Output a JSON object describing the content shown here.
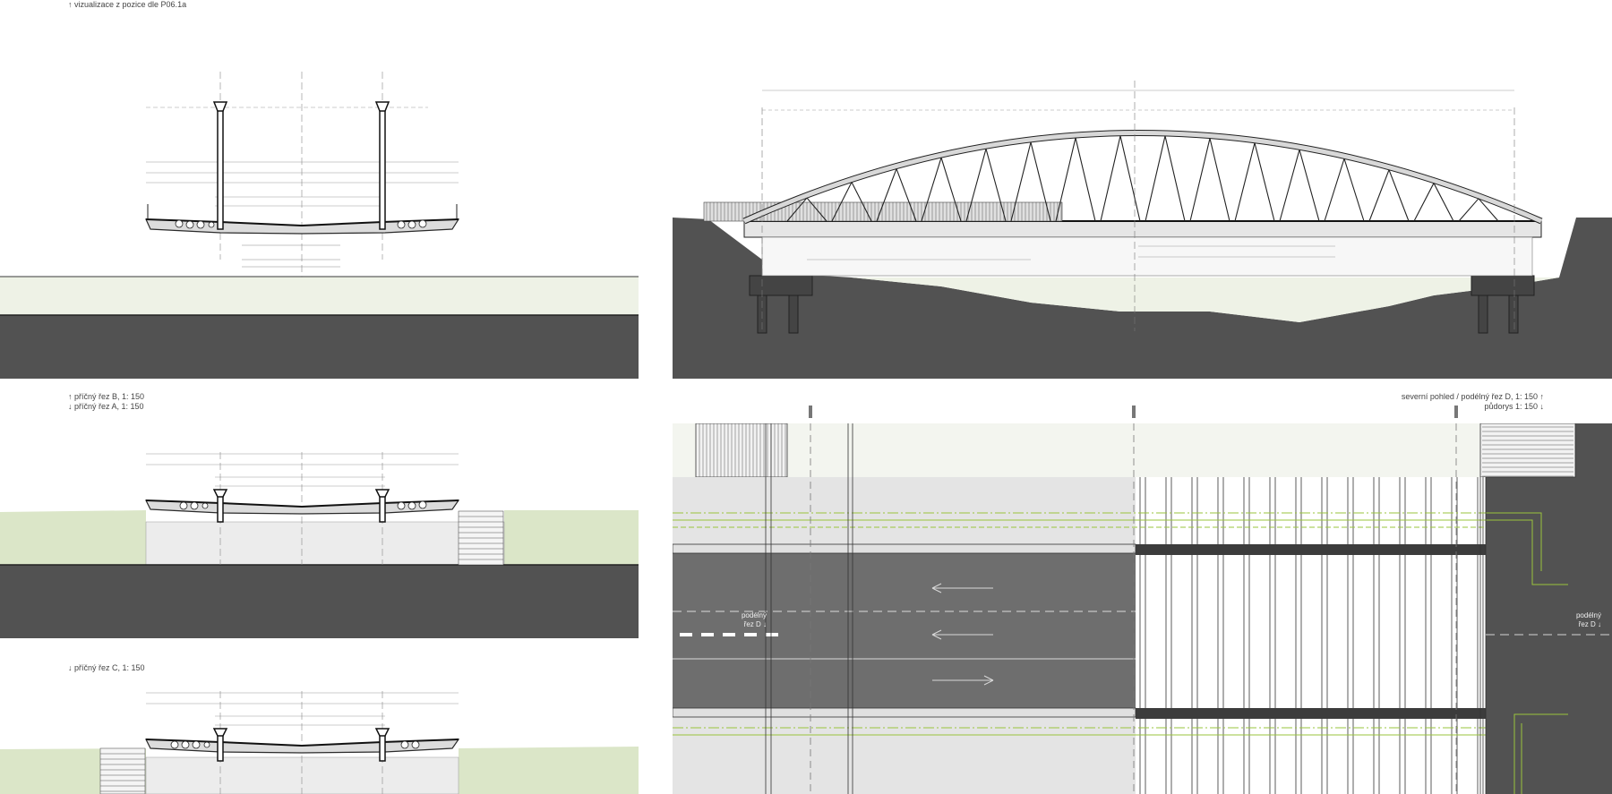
{
  "captions": {
    "viz": "↑ vizualizace z pozice dle P06.1a",
    "section_b": "↑ příčný řez B, 1: 150",
    "section_a": "↓ příčný řez A, 1: 150",
    "section_c": "↓ příčný řez C, 1: 150",
    "north_view": "severní pohled / podélný řez D, 1: 150 ↑",
    "plan": "půdorys 1: 150 ↓"
  },
  "plan_labels": {
    "cut_left": "podélný\nřez D ↓",
    "cut_right": "podélný\nřez D ↓"
  },
  "colors": {
    "ground_dark": "#525252",
    "ground_light": "#eef2e6",
    "grass": "#dbe6c8",
    "road": "#6e6e6e",
    "deck_grey": "#e6e6e6",
    "accent_green": "#9ac43c",
    "line": "#3a3a3a"
  }
}
